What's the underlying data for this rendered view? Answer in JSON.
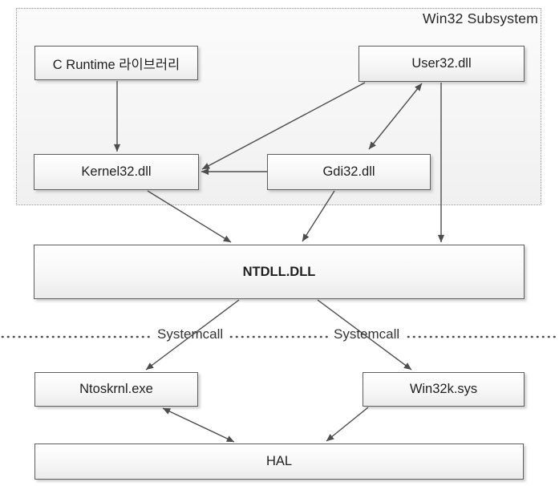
{
  "diagram": {
    "region": {
      "label": "Win32 Subsystem"
    },
    "nodes": {
      "c_runtime": {
        "label": "C Runtime 라이브러리"
      },
      "user32": {
        "label": "User32.dll"
      },
      "kernel32": {
        "label": "Kernel32.dll"
      },
      "gdi32": {
        "label": "Gdi32.dll"
      },
      "ntdll": {
        "label": "NTDLL.DLL"
      },
      "ntoskrnl": {
        "label": "Ntoskrnl.exe"
      },
      "win32k": {
        "label": "Win32k.sys"
      },
      "hal": {
        "label": "HAL"
      }
    },
    "separator": {
      "label_left": "Systemcall",
      "label_right": "Systemcall"
    },
    "edges": [
      {
        "from": "c_runtime",
        "to": "kernel32",
        "bidirectional": false
      },
      {
        "from": "user32",
        "to": "kernel32",
        "bidirectional": false
      },
      {
        "from": "gdi32",
        "to": "kernel32",
        "bidirectional": false
      },
      {
        "from": "user32",
        "to": "gdi32",
        "bidirectional": true
      },
      {
        "from": "kernel32",
        "to": "ntdll",
        "bidirectional": false
      },
      {
        "from": "gdi32",
        "to": "ntdll",
        "bidirectional": false
      },
      {
        "from": "user32",
        "to": "ntdll",
        "bidirectional": false
      },
      {
        "from": "ntdll",
        "to": "ntoskrnl",
        "bidirectional": false
      },
      {
        "from": "ntdll",
        "to": "win32k",
        "bidirectional": false
      },
      {
        "from": "ntoskrnl",
        "to": "hal",
        "bidirectional": true
      },
      {
        "from": "win32k",
        "to": "hal",
        "bidirectional": false
      }
    ],
    "colors": {
      "box_border": "#5e5e5e",
      "arrow": "#4d4d4d",
      "text": "#1f1f1f",
      "region_fill": "#f5f5f5"
    }
  }
}
